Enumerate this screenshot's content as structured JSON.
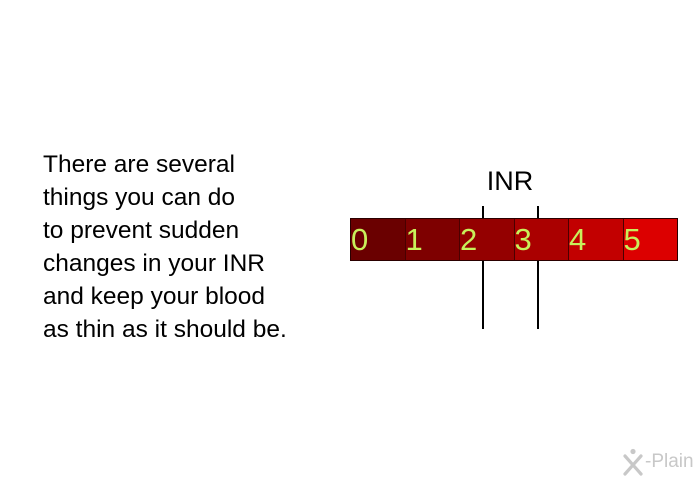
{
  "paragraph": {
    "lines": [
      "There are several",
      "things you can do",
      "to prevent sudden",
      "changes in your INR",
      "and keep your blood",
      "as thin as it should be."
    ]
  },
  "diagram": {
    "title": "INR",
    "scale": {
      "min": 0,
      "max": 5,
      "labels": [
        "0",
        "1",
        "2",
        "3",
        "4",
        "5"
      ],
      "segment_colors": [
        "#6a0000",
        "#7e0000",
        "#940000",
        "#aa0000",
        "#c20000",
        "#dc0000"
      ],
      "number_color": "#c8f05a"
    },
    "target_range": [
      2,
      3
    ]
  },
  "logo": {
    "text": "-Plain"
  }
}
